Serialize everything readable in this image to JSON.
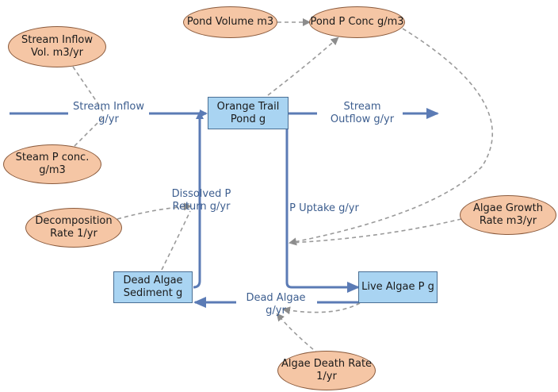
{
  "stocks": {
    "pond": "Orange Trail\nPond g",
    "live_algae": "Live Algae P g",
    "dead_algae_sediment": "Dead Algae\nSediment g"
  },
  "flows": {
    "stream_inflow": "Stream Inflow\ng/yr",
    "stream_outflow": "Stream\nOutflow g/yr",
    "p_uptake": "P Uptake g/yr",
    "dissolved_p_return": "Dissolved P\nReturn g/yr",
    "dead_algae": "Dead Algae\ng/yr"
  },
  "auxiliaries": {
    "pond_volume": "Pond Volume m3",
    "pond_p_conc": "Pond P Conc g/m3",
    "stream_inflow_vol": "Stream Inflow\nVol. m3/yr",
    "steam_p_conc": "Steam P conc.\ng/m3",
    "decomposition_rate": "Decomposition\nRate 1/yr",
    "algae_growth_rate": "Algae Growth\nRate m3/yr",
    "algae_death_rate": "Algae Death Rate\n1/yr"
  },
  "colors": {
    "stock_fill": "#a9d4f2",
    "aux_fill": "#f5c6a5",
    "flow_pipe": "#5b7bb5",
    "connector": "#9a9a9a"
  }
}
